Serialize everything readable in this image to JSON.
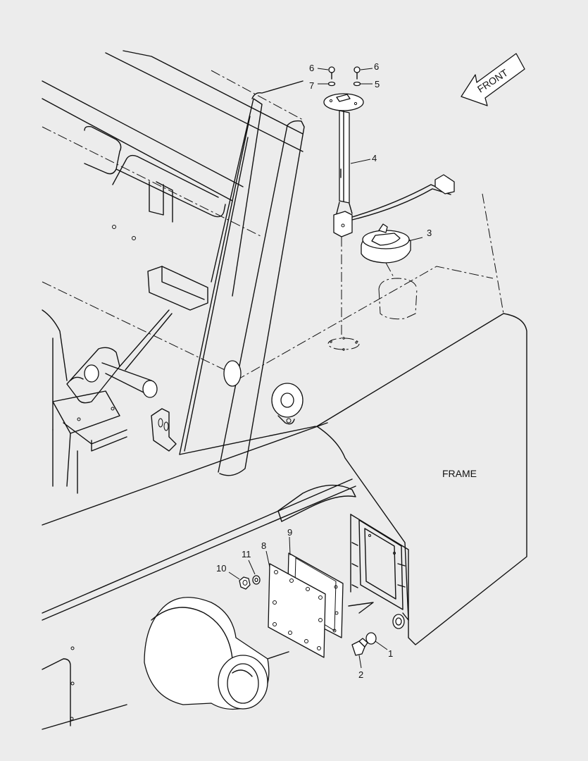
{
  "diagram": {
    "frame_label": "FRAME",
    "front_label": "FRONT",
    "callouts": {
      "c1": "1",
      "c2": "2",
      "c3": "3",
      "c4": "4",
      "c5": "5",
      "c6a": "6",
      "c6b": "6",
      "c7": "7",
      "c8": "8",
      "c9": "9",
      "c10": "10",
      "c11": "11"
    }
  }
}
